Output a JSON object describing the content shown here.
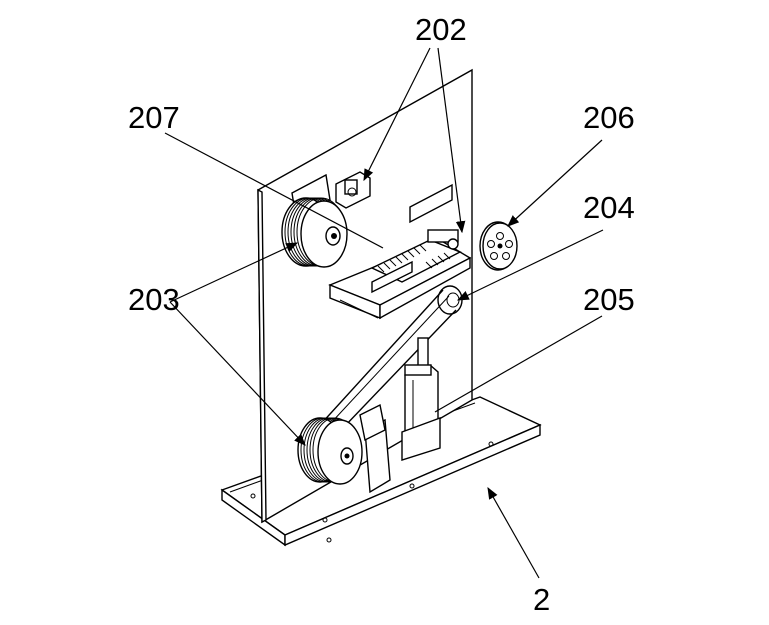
{
  "figure": {
    "labels": [
      {
        "id": "label-202",
        "text": "202"
      },
      {
        "id": "label-207",
        "text": "207"
      },
      {
        "id": "label-206",
        "text": "206"
      },
      {
        "id": "label-204",
        "text": "204"
      },
      {
        "id": "label-203",
        "text": "203"
      },
      {
        "id": "label-205",
        "text": "205"
      },
      {
        "id": "label-2",
        "text": "2"
      }
    ]
  }
}
